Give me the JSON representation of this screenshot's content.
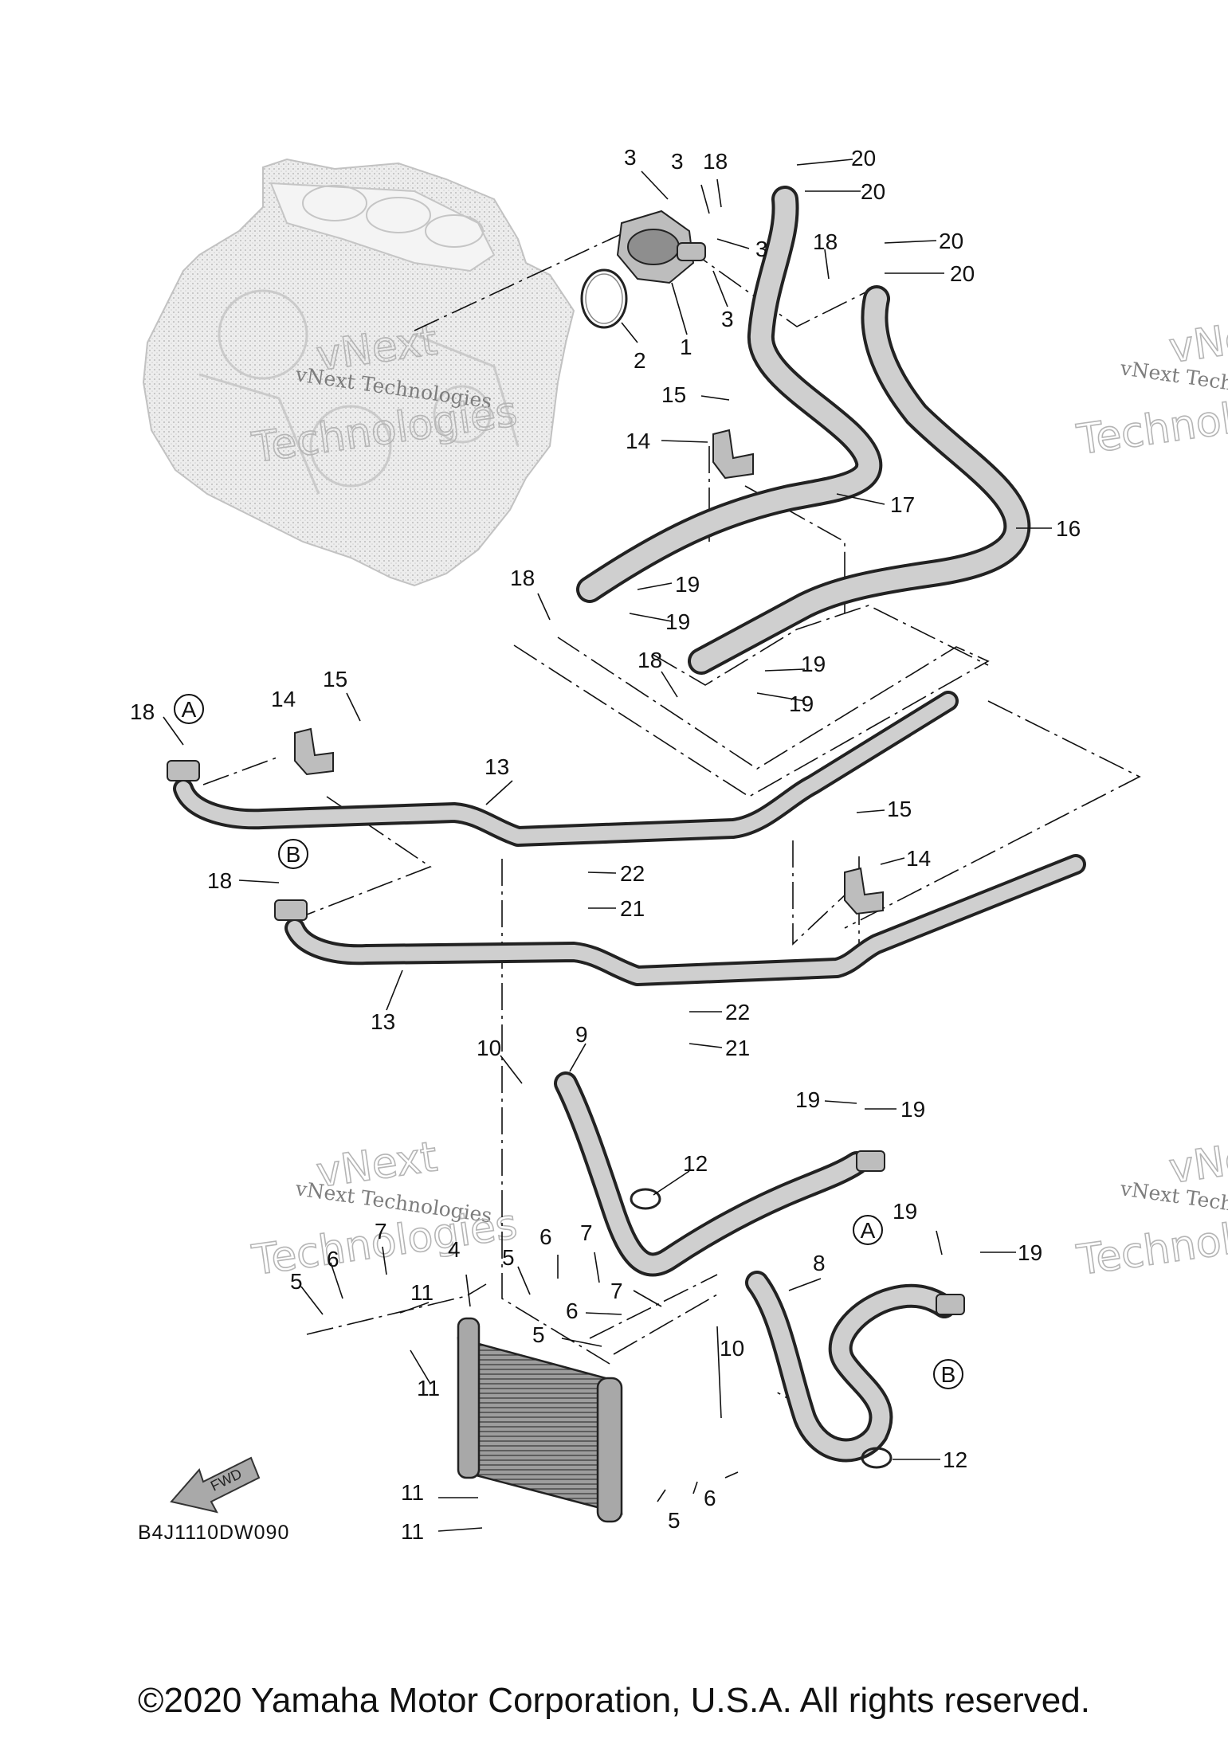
{
  "drawing_code": "B4J1110DW090",
  "copyright": "©2020 Yamaha Motor Corporation, U.S.A. All rights reserved.",
  "watermark": {
    "line1": "vNext Technologies",
    "line2": "vNext",
    "line3": "Technologies"
  },
  "direction_arrow": "FWD",
  "reference_markers": [
    "A",
    "B"
  ],
  "callouts": {
    "p1": "1",
    "p2": "2",
    "p3a": "3",
    "p3b": "3",
    "p3c": "3",
    "p3d": "3",
    "p4": "4",
    "p5a": "5",
    "p5b": "5",
    "p5c": "5",
    "p5d": "5",
    "p6a": "6",
    "p6b": "6",
    "p6c": "6",
    "p6d": "6",
    "p7a": "7",
    "p7b": "7",
    "p7c": "7",
    "p8": "8",
    "p9": "9",
    "p10a": "10",
    "p10b": "10",
    "p11a": "11",
    "p11b": "11",
    "p11c": "11",
    "p11d": "11",
    "p12a": "12",
    "p12b": "12",
    "p13a": "13",
    "p13b": "13",
    "p14a": "14",
    "p14b": "14",
    "p14c": "14",
    "p15a": "15",
    "p15b": "15",
    "p15c": "15",
    "p16": "16",
    "p17": "17",
    "p18a": "18",
    "p18b": "18",
    "p18c": "18",
    "p18d": "18",
    "p18e": "18",
    "p18f": "18",
    "p19a": "19",
    "p19b": "19",
    "p19c": "19",
    "p19d": "19",
    "p19e": "19",
    "p19f": "19",
    "p19g": "19",
    "p19h": "19",
    "p20a": "20",
    "p20b": "20",
    "p20c": "20",
    "p20d": "20",
    "p21a": "21",
    "p21b": "21",
    "p22a": "22",
    "p22b": "22"
  }
}
